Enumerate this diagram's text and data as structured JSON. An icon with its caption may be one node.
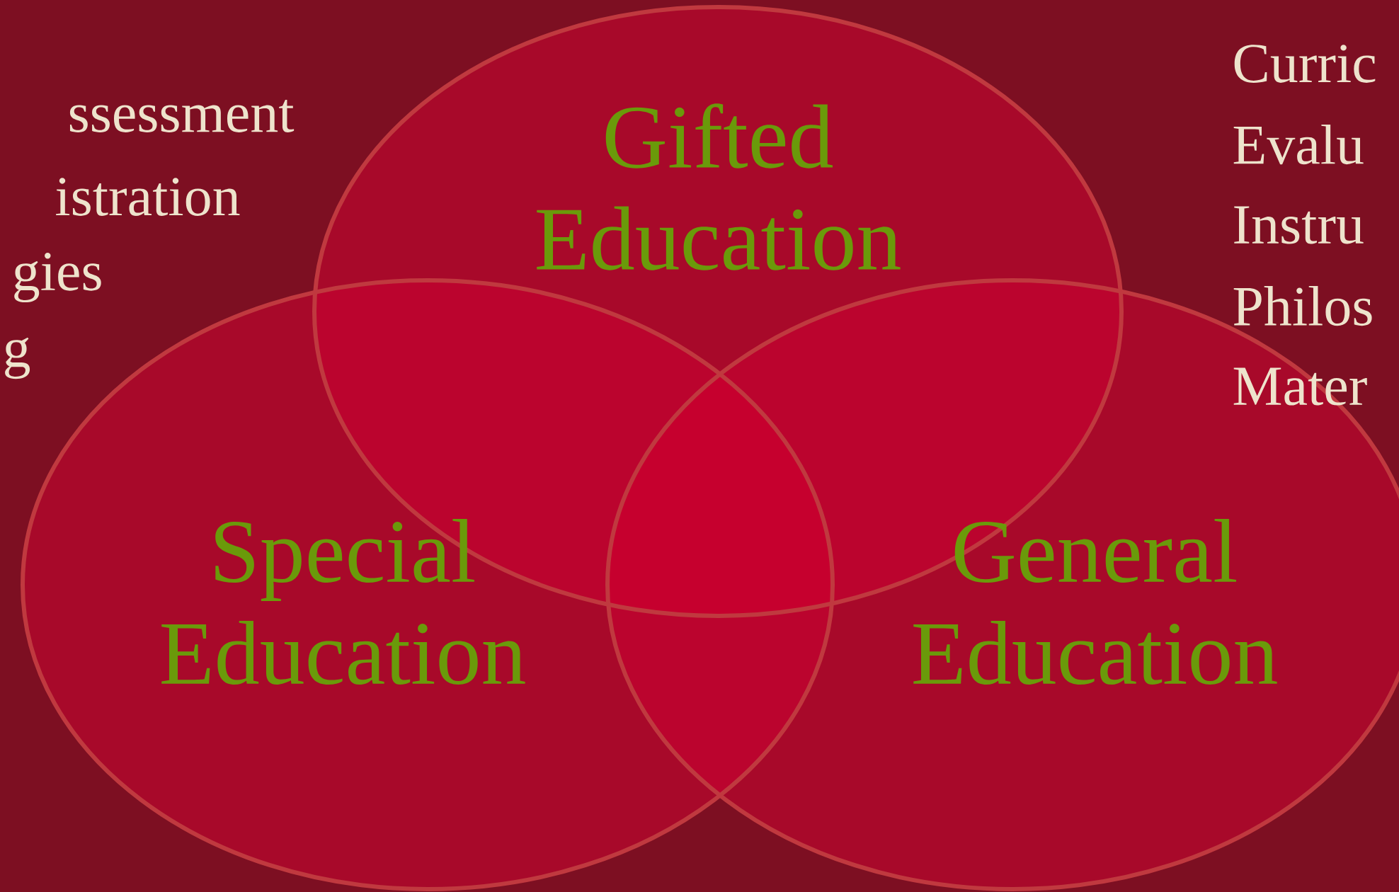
{
  "diagram": {
    "nodes": [
      {
        "text": [
          "Gifted Education"
        ]
      },
      {
        "text": [
          "Special Education"
        ]
      },
      {
        "text": [
          "General Education"
        ]
      }
    ],
    "labels": [
      "ssessment",
      "istration",
      "gies",
      "g",
      "Curric",
      "Evalu",
      "Instru",
      "Philos",
      "Mater"
    ]
  }
}
